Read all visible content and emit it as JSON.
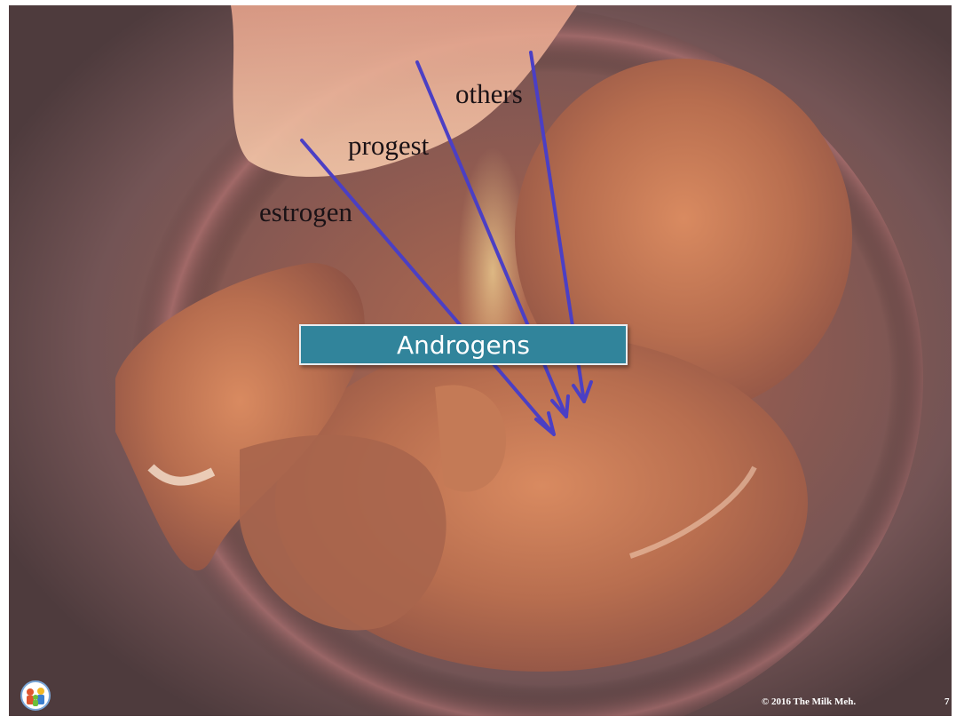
{
  "slide": {
    "labels": {
      "others": "others",
      "progest": "progest",
      "estrogen": "estrogen"
    },
    "box_text": "Androgens",
    "footer": "© 2016  The Milk Meh.",
    "page_number": "7"
  },
  "colors": {
    "arrow": "#4b3fc4",
    "box": "#31849b",
    "box_text": "#ffffff",
    "label_text": "#1a1216"
  },
  "icons": {
    "logo": "people-group-logo-icon",
    "arrow_head": "arrow-head-icon"
  }
}
